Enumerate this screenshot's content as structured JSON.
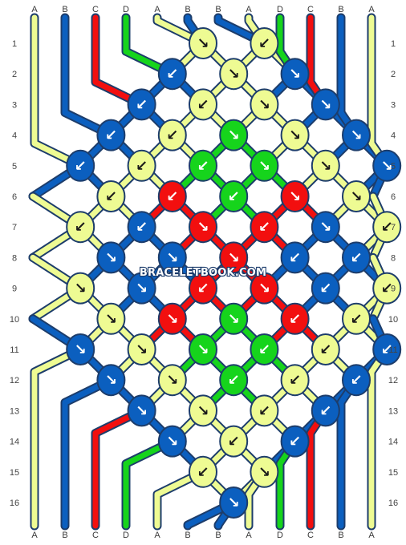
{
  "colors": {
    "A": "#eefb93",
    "B": "#0b5fbf",
    "C": "#f20f0f",
    "D": "#16d41c"
  },
  "strings_top": [
    "A",
    "B",
    "C",
    "D",
    "A",
    "B",
    "B",
    "A",
    "D",
    "C",
    "B",
    "A"
  ],
  "strings_bottom": [
    "A",
    "B",
    "C",
    "D",
    "A",
    "B",
    "B",
    "A",
    "D",
    "C",
    "B",
    "A"
  ],
  "rows_left": [
    "1",
    "2",
    "3",
    "4",
    "5",
    "6",
    "7",
    "8",
    "9",
    "10",
    "11",
    "12",
    "13",
    "14",
    "15",
    "16"
  ],
  "rows_right": [
    "1",
    "2",
    "3",
    "4",
    "5",
    "6",
    "7",
    "8",
    "9",
    "10",
    "11",
    "12",
    "13",
    "14",
    "15",
    "16"
  ],
  "watermark": "BRACELETBOOK.COM",
  "knots": [
    {
      "row": 1,
      "col": 5,
      "color": "A",
      "dir": "↘"
    },
    {
      "row": 1,
      "col": 7,
      "color": "A",
      "dir": "↙"
    },
    {
      "row": 2,
      "col": 4,
      "color": "B",
      "dir": "↙"
    },
    {
      "row": 2,
      "col": 6,
      "color": "A",
      "dir": "↘"
    },
    {
      "row": 2,
      "col": 8,
      "color": "B",
      "dir": "↘"
    },
    {
      "row": 3,
      "col": 3,
      "color": "B",
      "dir": "↙"
    },
    {
      "row": 3,
      "col": 5,
      "color": "A",
      "dir": "↙"
    },
    {
      "row": 3,
      "col": 7,
      "color": "A",
      "dir": "↘"
    },
    {
      "row": 3,
      "col": 9,
      "color": "B",
      "dir": "↘"
    },
    {
      "row": 4,
      "col": 2,
      "color": "B",
      "dir": "↙"
    },
    {
      "row": 4,
      "col": 4,
      "color": "A",
      "dir": "↙"
    },
    {
      "row": 4,
      "col": 6,
      "color": "D",
      "dir": "↘"
    },
    {
      "row": 4,
      "col": 8,
      "color": "A",
      "dir": "↘"
    },
    {
      "row": 4,
      "col": 10,
      "color": "B",
      "dir": "↘"
    },
    {
      "row": 5,
      "col": 1,
      "color": "B",
      "dir": "↙"
    },
    {
      "row": 5,
      "col": 3,
      "color": "A",
      "dir": "↙"
    },
    {
      "row": 5,
      "col": 5,
      "color": "D",
      "dir": "↙"
    },
    {
      "row": 5,
      "col": 7,
      "color": "D",
      "dir": "↘"
    },
    {
      "row": 5,
      "col": 9,
      "color": "A",
      "dir": "↘"
    },
    {
      "row": 5,
      "col": 11,
      "color": "B",
      "dir": "↘"
    },
    {
      "row": 6,
      "col": 2,
      "color": "A",
      "dir": "↙"
    },
    {
      "row": 6,
      "col": 4,
      "color": "C",
      "dir": "↙"
    },
    {
      "row": 6,
      "col": 6,
      "color": "D",
      "dir": "↙"
    },
    {
      "row": 6,
      "col": 8,
      "color": "C",
      "dir": "↘"
    },
    {
      "row": 6,
      "col": 10,
      "color": "A",
      "dir": "↘"
    },
    {
      "row": 7,
      "col": 1,
      "color": "A",
      "dir": "↙"
    },
    {
      "row": 7,
      "col": 3,
      "color": "B",
      "dir": "↙"
    },
    {
      "row": 7,
      "col": 5,
      "color": "C",
      "dir": "↘"
    },
    {
      "row": 7,
      "col": 7,
      "color": "C",
      "dir": "↙"
    },
    {
      "row": 7,
      "col": 9,
      "color": "B",
      "dir": "↘"
    },
    {
      "row": 7,
      "col": 11,
      "color": "A",
      "dir": "↙"
    },
    {
      "row": 8,
      "col": 2,
      "color": "B",
      "dir": "↘"
    },
    {
      "row": 8,
      "col": 4,
      "color": "B",
      "dir": "↘"
    },
    {
      "row": 8,
      "col": 6,
      "color": "C",
      "dir": "↘"
    },
    {
      "row": 8,
      "col": 8,
      "color": "B",
      "dir": "↙"
    },
    {
      "row": 8,
      "col": 10,
      "color": "B",
      "dir": "↙"
    },
    {
      "row": 9,
      "col": 1,
      "color": "A",
      "dir": "↘"
    },
    {
      "row": 9,
      "col": 3,
      "color": "B",
      "dir": "↘"
    },
    {
      "row": 9,
      "col": 5,
      "color": "C",
      "dir": "↙"
    },
    {
      "row": 9,
      "col": 7,
      "color": "C",
      "dir": "↘"
    },
    {
      "row": 9,
      "col": 9,
      "color": "B",
      "dir": "↙"
    },
    {
      "row": 9,
      "col": 11,
      "color": "A",
      "dir": "↙"
    },
    {
      "row": 10,
      "col": 2,
      "color": "A",
      "dir": "↘"
    },
    {
      "row": 10,
      "col": 4,
      "color": "C",
      "dir": "↘"
    },
    {
      "row": 10,
      "col": 6,
      "color": "D",
      "dir": "↘"
    },
    {
      "row": 10,
      "col": 8,
      "color": "C",
      "dir": "↙"
    },
    {
      "row": 10,
      "col": 10,
      "color": "A",
      "dir": "↙"
    },
    {
      "row": 11,
      "col": 1,
      "color": "B",
      "dir": "↘"
    },
    {
      "row": 11,
      "col": 3,
      "color": "A",
      "dir": "↘"
    },
    {
      "row": 11,
      "col": 5,
      "color": "D",
      "dir": "↘"
    },
    {
      "row": 11,
      "col": 7,
      "color": "D",
      "dir": "↙"
    },
    {
      "row": 11,
      "col": 9,
      "color": "A",
      "dir": "↙"
    },
    {
      "row": 11,
      "col": 11,
      "color": "B",
      "dir": "↙"
    },
    {
      "row": 12,
      "col": 2,
      "color": "B",
      "dir": "↘"
    },
    {
      "row": 12,
      "col": 4,
      "color": "A",
      "dir": "↘"
    },
    {
      "row": 12,
      "col": 6,
      "color": "D",
      "dir": "↙"
    },
    {
      "row": 12,
      "col": 8,
      "color": "A",
      "dir": "↙"
    },
    {
      "row": 12,
      "col": 10,
      "color": "B",
      "dir": "↙"
    },
    {
      "row": 13,
      "col": 3,
      "color": "B",
      "dir": "↘"
    },
    {
      "row": 13,
      "col": 5,
      "color": "A",
      "dir": "↘"
    },
    {
      "row": 13,
      "col": 7,
      "color": "A",
      "dir": "↙"
    },
    {
      "row": 13,
      "col": 9,
      "color": "B",
      "dir": "↙"
    },
    {
      "row": 14,
      "col": 4,
      "color": "B",
      "dir": "↘"
    },
    {
      "row": 14,
      "col": 6,
      "color": "A",
      "dir": "↙"
    },
    {
      "row": 14,
      "col": 8,
      "color": "B",
      "dir": "↙"
    },
    {
      "row": 15,
      "col": 5,
      "color": "A",
      "dir": "↙"
    },
    {
      "row": 15,
      "col": 7,
      "color": "A",
      "dir": "↘"
    },
    {
      "row": 16,
      "col": 6,
      "color": "B",
      "dir": "↘"
    }
  ]
}
